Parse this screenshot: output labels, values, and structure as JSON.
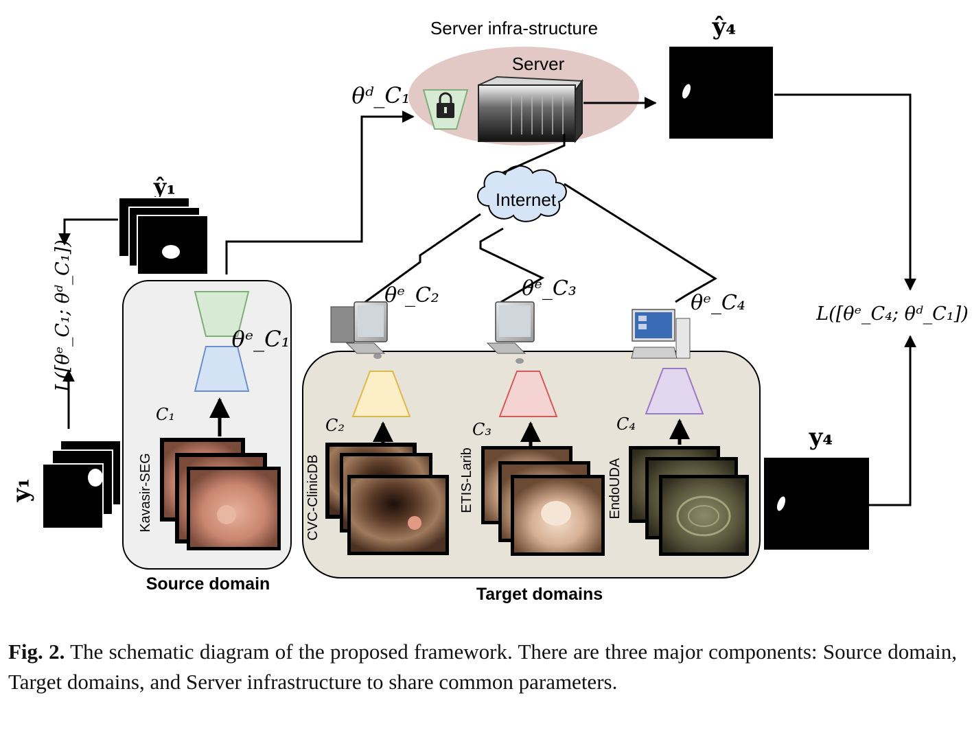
{
  "server_title": "Server infra-structure",
  "server_label": "Server",
  "internet_label": "Internet",
  "source_domain_label": "Source domain",
  "target_domains_label": "Target domains",
  "datasets": {
    "c1": "Kavasir-SEG",
    "c2": "CVC-ClinicDB",
    "c3": "ETIS-Larib",
    "c4": "EndoUDA"
  },
  "clients": {
    "c1": "C₁",
    "c2": "C₂",
    "c3": "C₃",
    "c4": "C₄"
  },
  "params": {
    "theta_d_c1": "θᵈ_C₁",
    "theta_e_c1": "θᵉ_C₁",
    "theta_e_c2": "θᵉ_C₂",
    "theta_e_c3": "θᵉ_C₃",
    "theta_e_c4": "θᵉ_C₄"
  },
  "masks": {
    "y1_hat": "ŷ₁",
    "y1": "y₁",
    "y4_hat": "ŷ₄",
    "y4": "y₄"
  },
  "losses": {
    "loss_c1": "L([θᵉ_C₁; θᵈ_C₁])",
    "loss_c4": "L([θᵉ_C₄; θᵈ_C₁])"
  },
  "caption": {
    "label": "Fig. 2.",
    "text": " The schematic diagram of the proposed framework. There are three major components: Source domain, Target domains, and Server infrastructure to share common parameters."
  },
  "colors": {
    "decoder_green": "#d7ead3",
    "encoder_blue": "#d4e2f6",
    "encoder_yellow": "#fcefc7",
    "encoder_red": "#f6d3d3",
    "encoder_purple": "#e2d7ee",
    "server_ellipse": "#e2c9c5",
    "target_box": "#e8e3d9",
    "source_box": "#efefef",
    "cloud": "#d5e4f7"
  }
}
